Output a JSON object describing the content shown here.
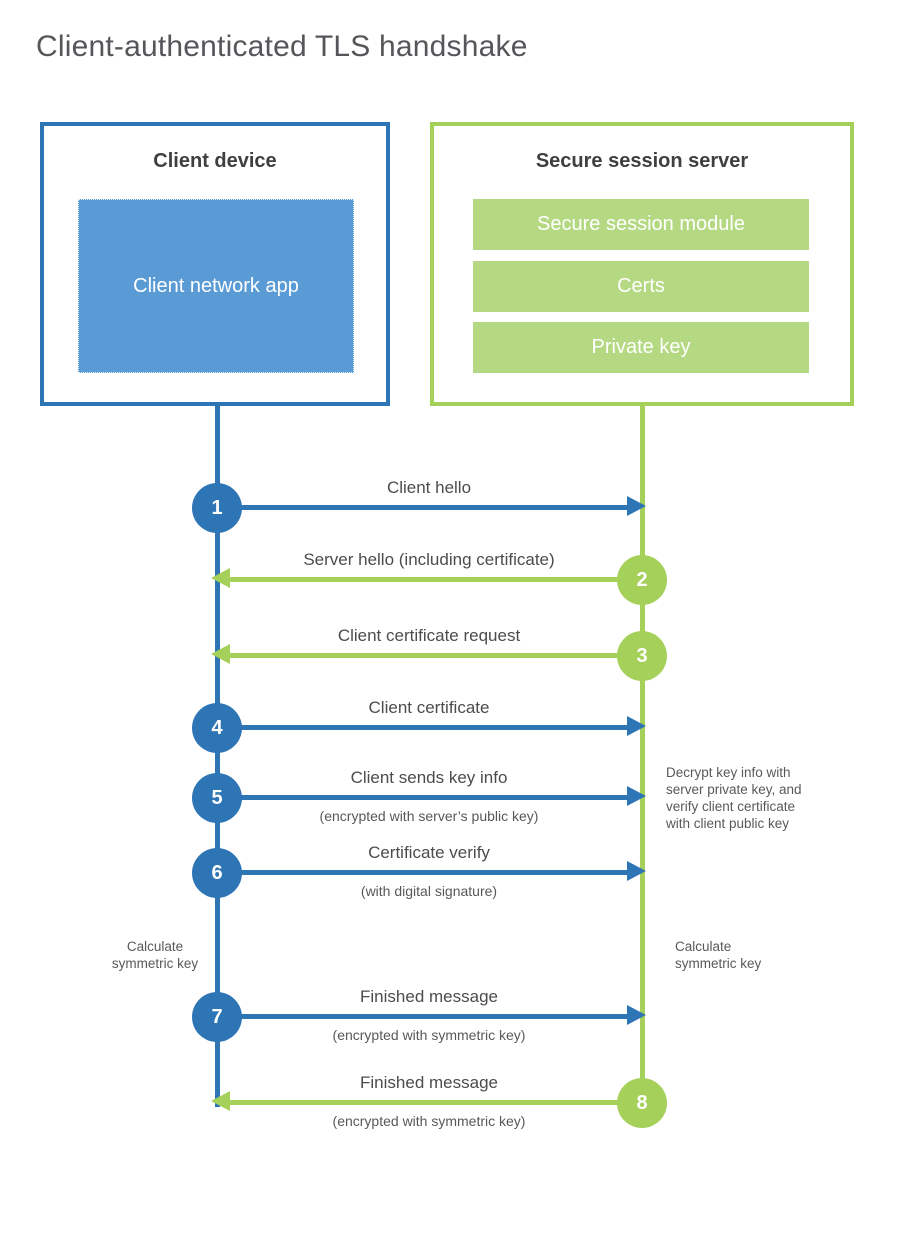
{
  "title": "Client-authenticated TLS handshake",
  "client": {
    "title": "Client device",
    "app": "Client network app"
  },
  "server": {
    "title": "Secure session server",
    "modules": [
      "Secure session module",
      "Certs",
      "Private key"
    ]
  },
  "steps": [
    {
      "number": "1",
      "label": "Client hello",
      "from": "client",
      "to": "server"
    },
    {
      "number": "2",
      "label": "Server hello (including certificate)",
      "from": "server",
      "to": "client"
    },
    {
      "number": "3",
      "label": "Client certificate request",
      "from": "server",
      "to": "client"
    },
    {
      "number": "4",
      "label": "Client certificate",
      "from": "client",
      "to": "server"
    },
    {
      "number": "5",
      "label": "Client sends key info",
      "sublabel": "(encrypted with server’s public key)",
      "from": "client",
      "to": "server"
    },
    {
      "number": "6",
      "label": "Certificate verify",
      "sublabel": "(with digital signature)",
      "from": "client",
      "to": "server"
    },
    {
      "number": "7",
      "label": "Finished message",
      "sublabel": "(encrypted with symmetric key)",
      "from": "client",
      "to": "server"
    },
    {
      "number": "8",
      "label": "Finished message",
      "sublabel": "(encrypted with symmetric key)",
      "from": "server",
      "to": "client"
    }
  ],
  "notes": {
    "decrypt": "Decrypt key info with server private key, and verify client certificate with client public key",
    "calc_client": "Calculate symmetric key",
    "calc_server": "Calculate symmetric key"
  },
  "colors": {
    "client_accent": "#2e75b6",
    "client_fill": "#5b9bd5",
    "server_accent": "#a5d05a",
    "server_fill": "#b5d983"
  }
}
